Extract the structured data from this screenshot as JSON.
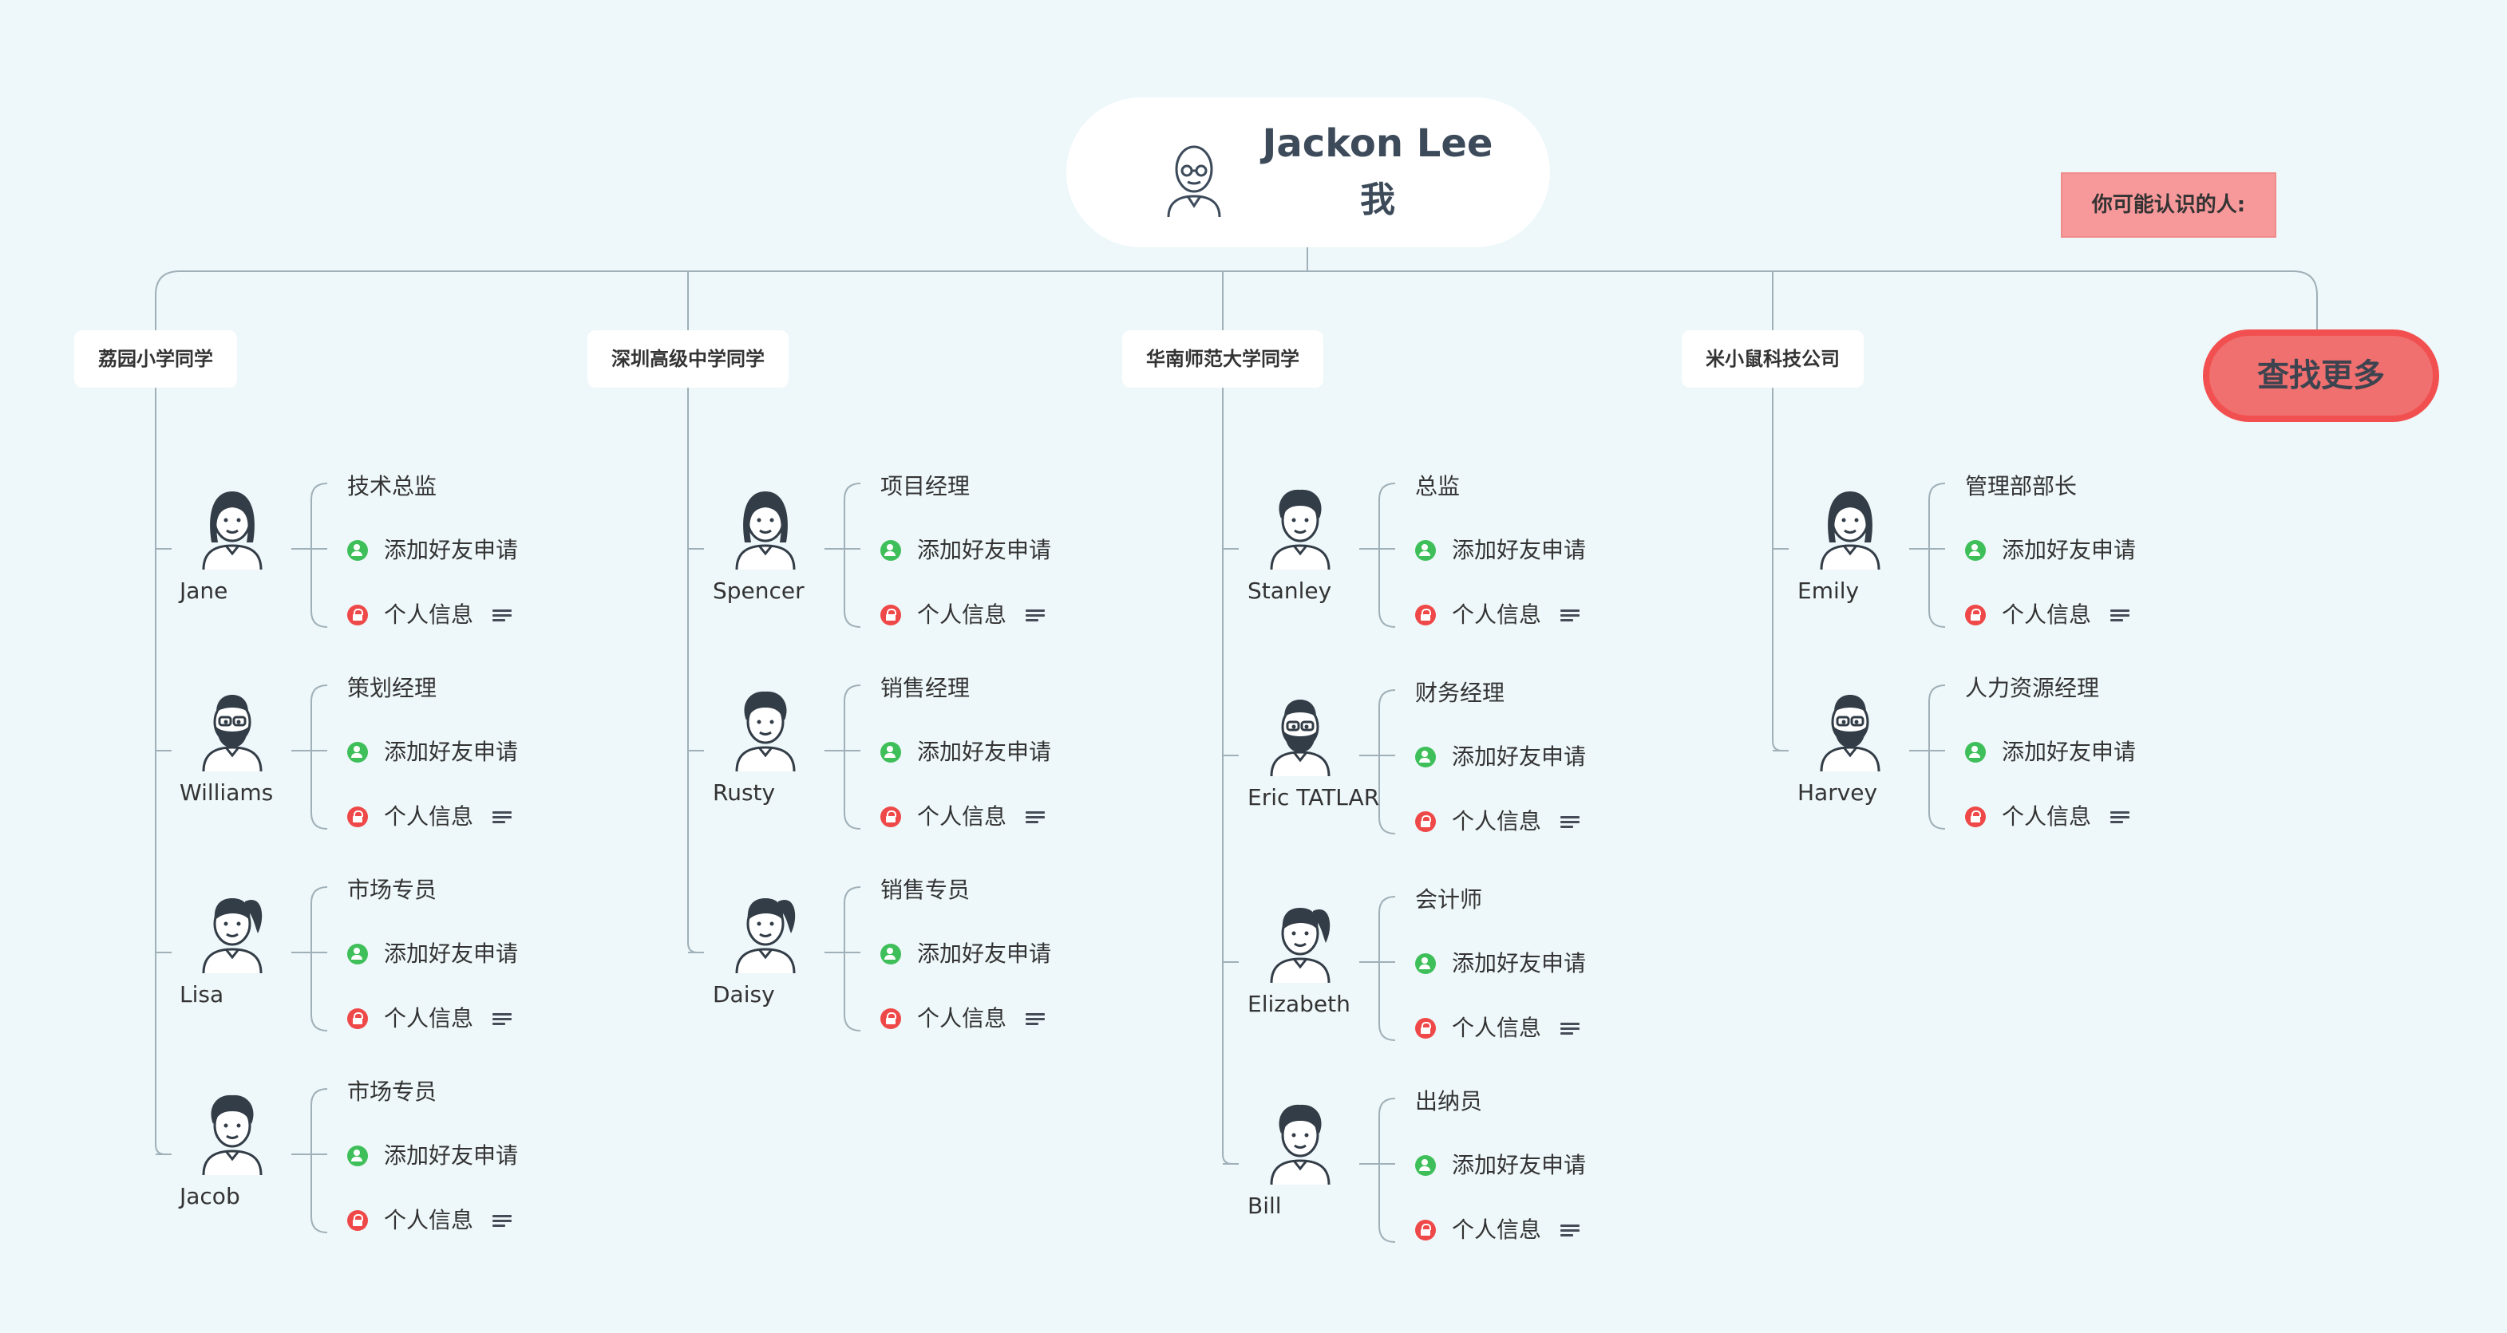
{
  "root": {
    "name": "Jackon Lee",
    "subtitle": "我",
    "avatar_icon": "bald-glasses-man-avatar-icon"
  },
  "maybe_know_label": "你可能认识的人:",
  "more_button_label": "查找更多",
  "colors": {
    "background": "#eef7f9",
    "line": "#9fb0b8",
    "friend": "#3fbf5a",
    "lock": "#ef4848",
    "more_fill": "#f06f6f",
    "more_border": "#f25050",
    "maybe_fill": "#f7999a"
  },
  "labels": {
    "add_friend": "添加好友申请",
    "profile": "个人信息"
  },
  "groups": [
    {
      "name": "荔园小学同学",
      "members": [
        {
          "name": "Jane",
          "title": "技术总监",
          "avatar": "woman-bob-hair"
        },
        {
          "name": "Williams",
          "title": "策划经理",
          "avatar": "man-beard-glasses"
        },
        {
          "name": "Lisa",
          "title": "市场专员",
          "avatar": "woman-ponytail"
        },
        {
          "name": "Jacob",
          "title": "市场专员",
          "avatar": "man-curly-hair"
        }
      ]
    },
    {
      "name": "深圳高级中学同学",
      "members": [
        {
          "name": "Spencer",
          "title": "项目经理",
          "avatar": "woman-bob-hair"
        },
        {
          "name": "Rusty",
          "title": "销售经理",
          "avatar": "man-curly-hair"
        },
        {
          "name": "Daisy",
          "title": "销售专员",
          "avatar": "woman-ponytail"
        }
      ]
    },
    {
      "name": "华南师范大学同学",
      "members": [
        {
          "name": "Stanley",
          "title": "总监",
          "avatar": "man-curly-hair"
        },
        {
          "name": "Eric TATLAR",
          "title": "财务经理",
          "avatar": "man-beard-glasses"
        },
        {
          "name": "Elizabeth",
          "title": "会计师",
          "avatar": "woman-ponytail"
        },
        {
          "name": "Bill",
          "title": "出纳员",
          "avatar": "man-curly-hair"
        }
      ]
    },
    {
      "name": "米小鼠科技公司",
      "members": [
        {
          "name": "Emily",
          "title": "管理部部长",
          "avatar": "woman-bob-hair"
        },
        {
          "name": "Harvey",
          "title": "人力资源经理",
          "avatar": "man-beard-glasses"
        }
      ]
    }
  ]
}
